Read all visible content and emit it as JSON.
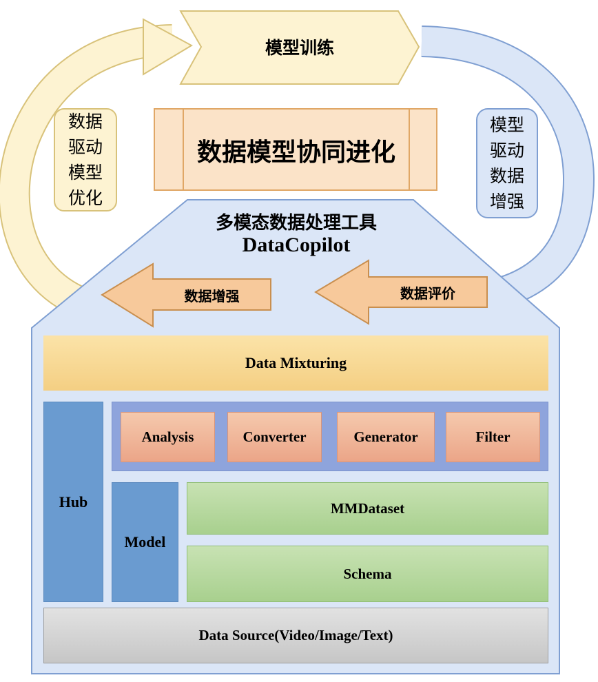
{
  "top_arrow": {
    "label": "模型训练"
  },
  "center_title": {
    "label": "数据模型协同进化"
  },
  "left_cycle": {
    "label": "数据\n驱动\n模型\n优化"
  },
  "right_cycle": {
    "label": "模型\n驱动\n数据\n增强"
  },
  "tool": {
    "title_cn": "多模态数据处理工具",
    "title_en": "DataCopilot"
  },
  "inner_arrows": {
    "left": "数据增强",
    "right": "数据评价"
  },
  "layers": {
    "mixing": "Data Mixturing",
    "hub": "Hub",
    "model": "Model",
    "operators": [
      "Analysis",
      "Converter",
      "Generator",
      "Filter"
    ],
    "mmdataset": "MMDataset",
    "schema": "Schema",
    "source": "Data Source(Video/Image/Text)"
  },
  "colors": {
    "yellow_arc": "#fdf3d2",
    "blue_arc": "#dbe6f7",
    "house": "#dbe6f7",
    "peach": "#f7c99b",
    "hub_blue": "#6a9bd0",
    "green": "#a8d08e",
    "gray": "#c6c6c6"
  }
}
